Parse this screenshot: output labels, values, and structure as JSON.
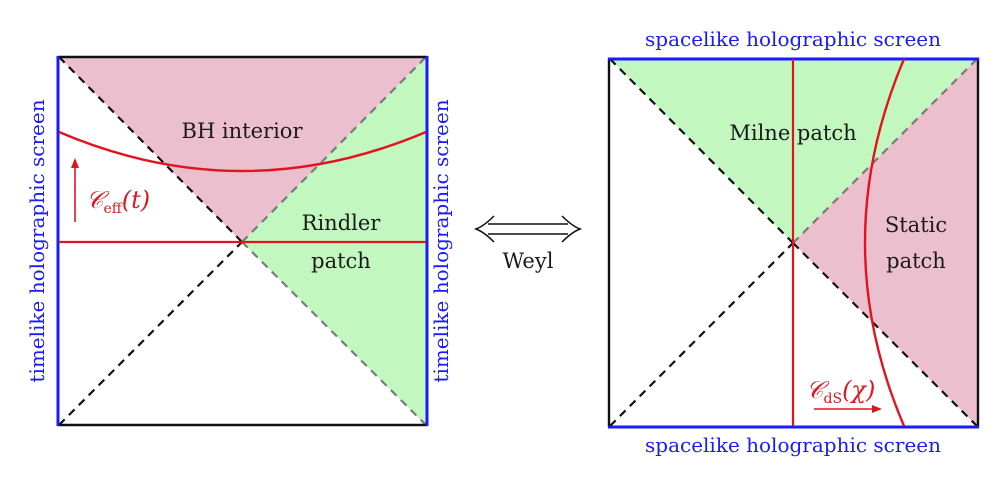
{
  "colors": {
    "pink": "#ecbfcf",
    "green": "#c2f7bf",
    "red": "#e0141e",
    "blue": "#1a1aff",
    "black": "#111111",
    "gray_dash": "#7a7a7a"
  },
  "left_diagram": {
    "interior_label": "BH interior",
    "rindler_label_line1": "Rindler",
    "rindler_label_line2": "patch",
    "screen_label_left": "timelike holographic screen",
    "screen_label_right": "timelike holographic screen",
    "curve_label_main": "𝒞",
    "curve_label_sub": "eff",
    "curve_label_arg": "(t)"
  },
  "middle": {
    "arrow_symbol": "⟺",
    "weyl_label": "Weyl"
  },
  "right_diagram": {
    "screen_label_top": "spacelike holographic screen",
    "screen_label_bottom": "spacelike holographic screen",
    "milne_label": "Milne patch",
    "static_label_line1": "Static",
    "static_label_line2": "patch",
    "curve_label_main": "𝒞",
    "curve_label_sub": "dS",
    "curve_label_arg": "(χ)"
  }
}
